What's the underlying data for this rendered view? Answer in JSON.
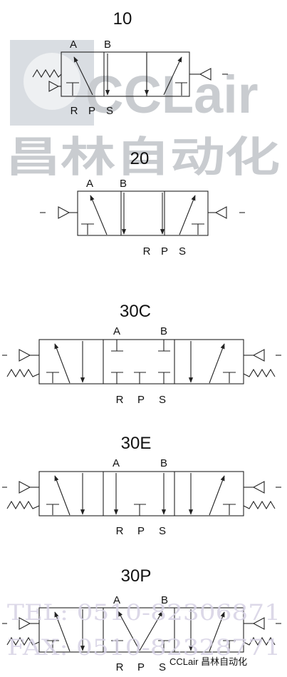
{
  "watermark": {
    "brand": "CCLair",
    "chinese": "昌林自动化",
    "tel": "TEL: 0510-82306871",
    "fax": "FAX: 0510-82328771"
  },
  "footer": {
    "label": "CCLair 昌林自动化"
  },
  "diagrams": [
    {
      "title": "10",
      "top_ports": [
        "A",
        "B"
      ],
      "bottom_ports": [
        "R",
        "P",
        "S"
      ]
    },
    {
      "title": "20",
      "top_ports": [
        "A",
        "B"
      ],
      "bottom_ports": [
        "R",
        "P",
        "S"
      ]
    },
    {
      "title": "30C",
      "top_ports": [
        "A",
        "B"
      ],
      "bottom_ports": [
        "R",
        "P",
        "S"
      ]
    },
    {
      "title": "30E",
      "top_ports": [
        "A",
        "B"
      ],
      "bottom_ports": [
        "R",
        "P",
        "S"
      ]
    },
    {
      "title": "30P",
      "top_ports": [
        "A",
        "B"
      ],
      "bottom_ports": [
        "R",
        "P",
        "S"
      ]
    }
  ]
}
